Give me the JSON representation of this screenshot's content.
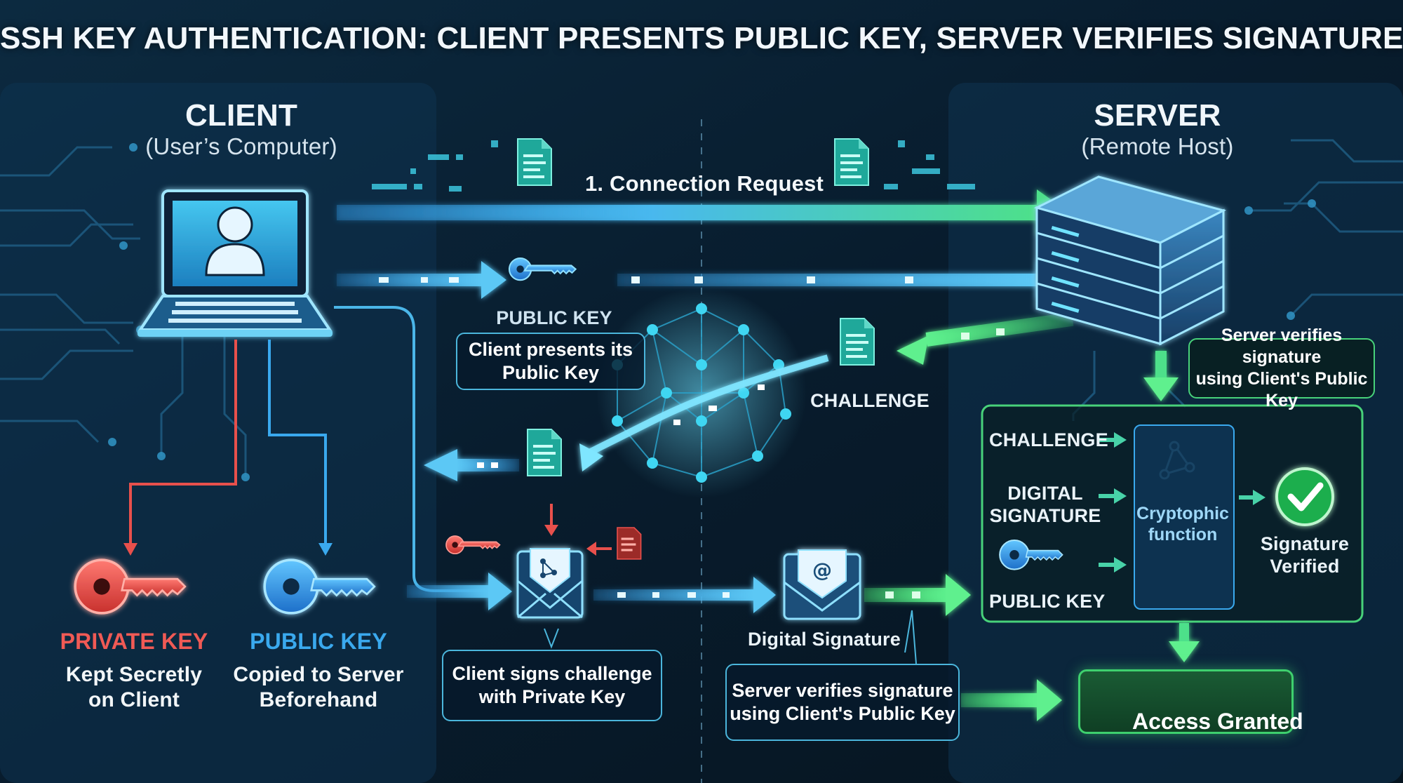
{
  "title": "SSH KEY AUTHENTICATION: CLIENT PRESENTS PUBLIC KEY, SERVER VERIFIES SIGNATURE",
  "client": {
    "heading": "CLIENT",
    "subheading": "(User’s Computer)",
    "private_key": {
      "label": "PRIVATE KEY",
      "desc_line1": "Kept Secretly",
      "desc_line2": "on Client"
    },
    "public_key": {
      "label": "PUBLIC KEY",
      "desc_line1": "Copied to Server",
      "desc_line2": "Beforehand"
    }
  },
  "server": {
    "heading": "SERVER",
    "subheading": "(Remote Host)"
  },
  "flow": {
    "connection_request": "1. Connection Request",
    "public_key_label": "PUBLIC KEY",
    "presents_box": "Client presents its\nPublic Key",
    "challenge_label": "CHALLENGE",
    "sign_box": "Client signs challenge\nwith Private Key",
    "digital_signature_label": "Digital Signature",
    "verify_box_bottom": "Server verifies signature\nusing Client's Public Key",
    "verify_box_top": "Server verifies signature\nusing Client's Public Key"
  },
  "verification": {
    "input_challenge": "CHALLENGE",
    "input_signature_line1": "DIGITAL",
    "input_signature_line2": "SIGNATURE",
    "input_public_key": "PUBLIC KEY",
    "function_label": "Cryptophic\nfunction",
    "result_line1": "Signature",
    "result_line2": "Verified"
  },
  "result": {
    "access_label": "Access Granted"
  },
  "colors": {
    "background": "#071827",
    "blue_accent": "#3aa9ee",
    "green_accent": "#3ed06e",
    "red_accent": "#e8504c",
    "cyan_glow": "#5fd6f5"
  },
  "icons": {
    "laptop": "laptop-user-icon",
    "server": "server-stack-icon",
    "private_key": "red-key-icon",
    "public_key": "blue-key-icon",
    "document": "document-icon",
    "envelope": "envelope-icon",
    "lock": "lock-icon",
    "check": "check-circle-icon",
    "network": "network-globe-icon"
  }
}
